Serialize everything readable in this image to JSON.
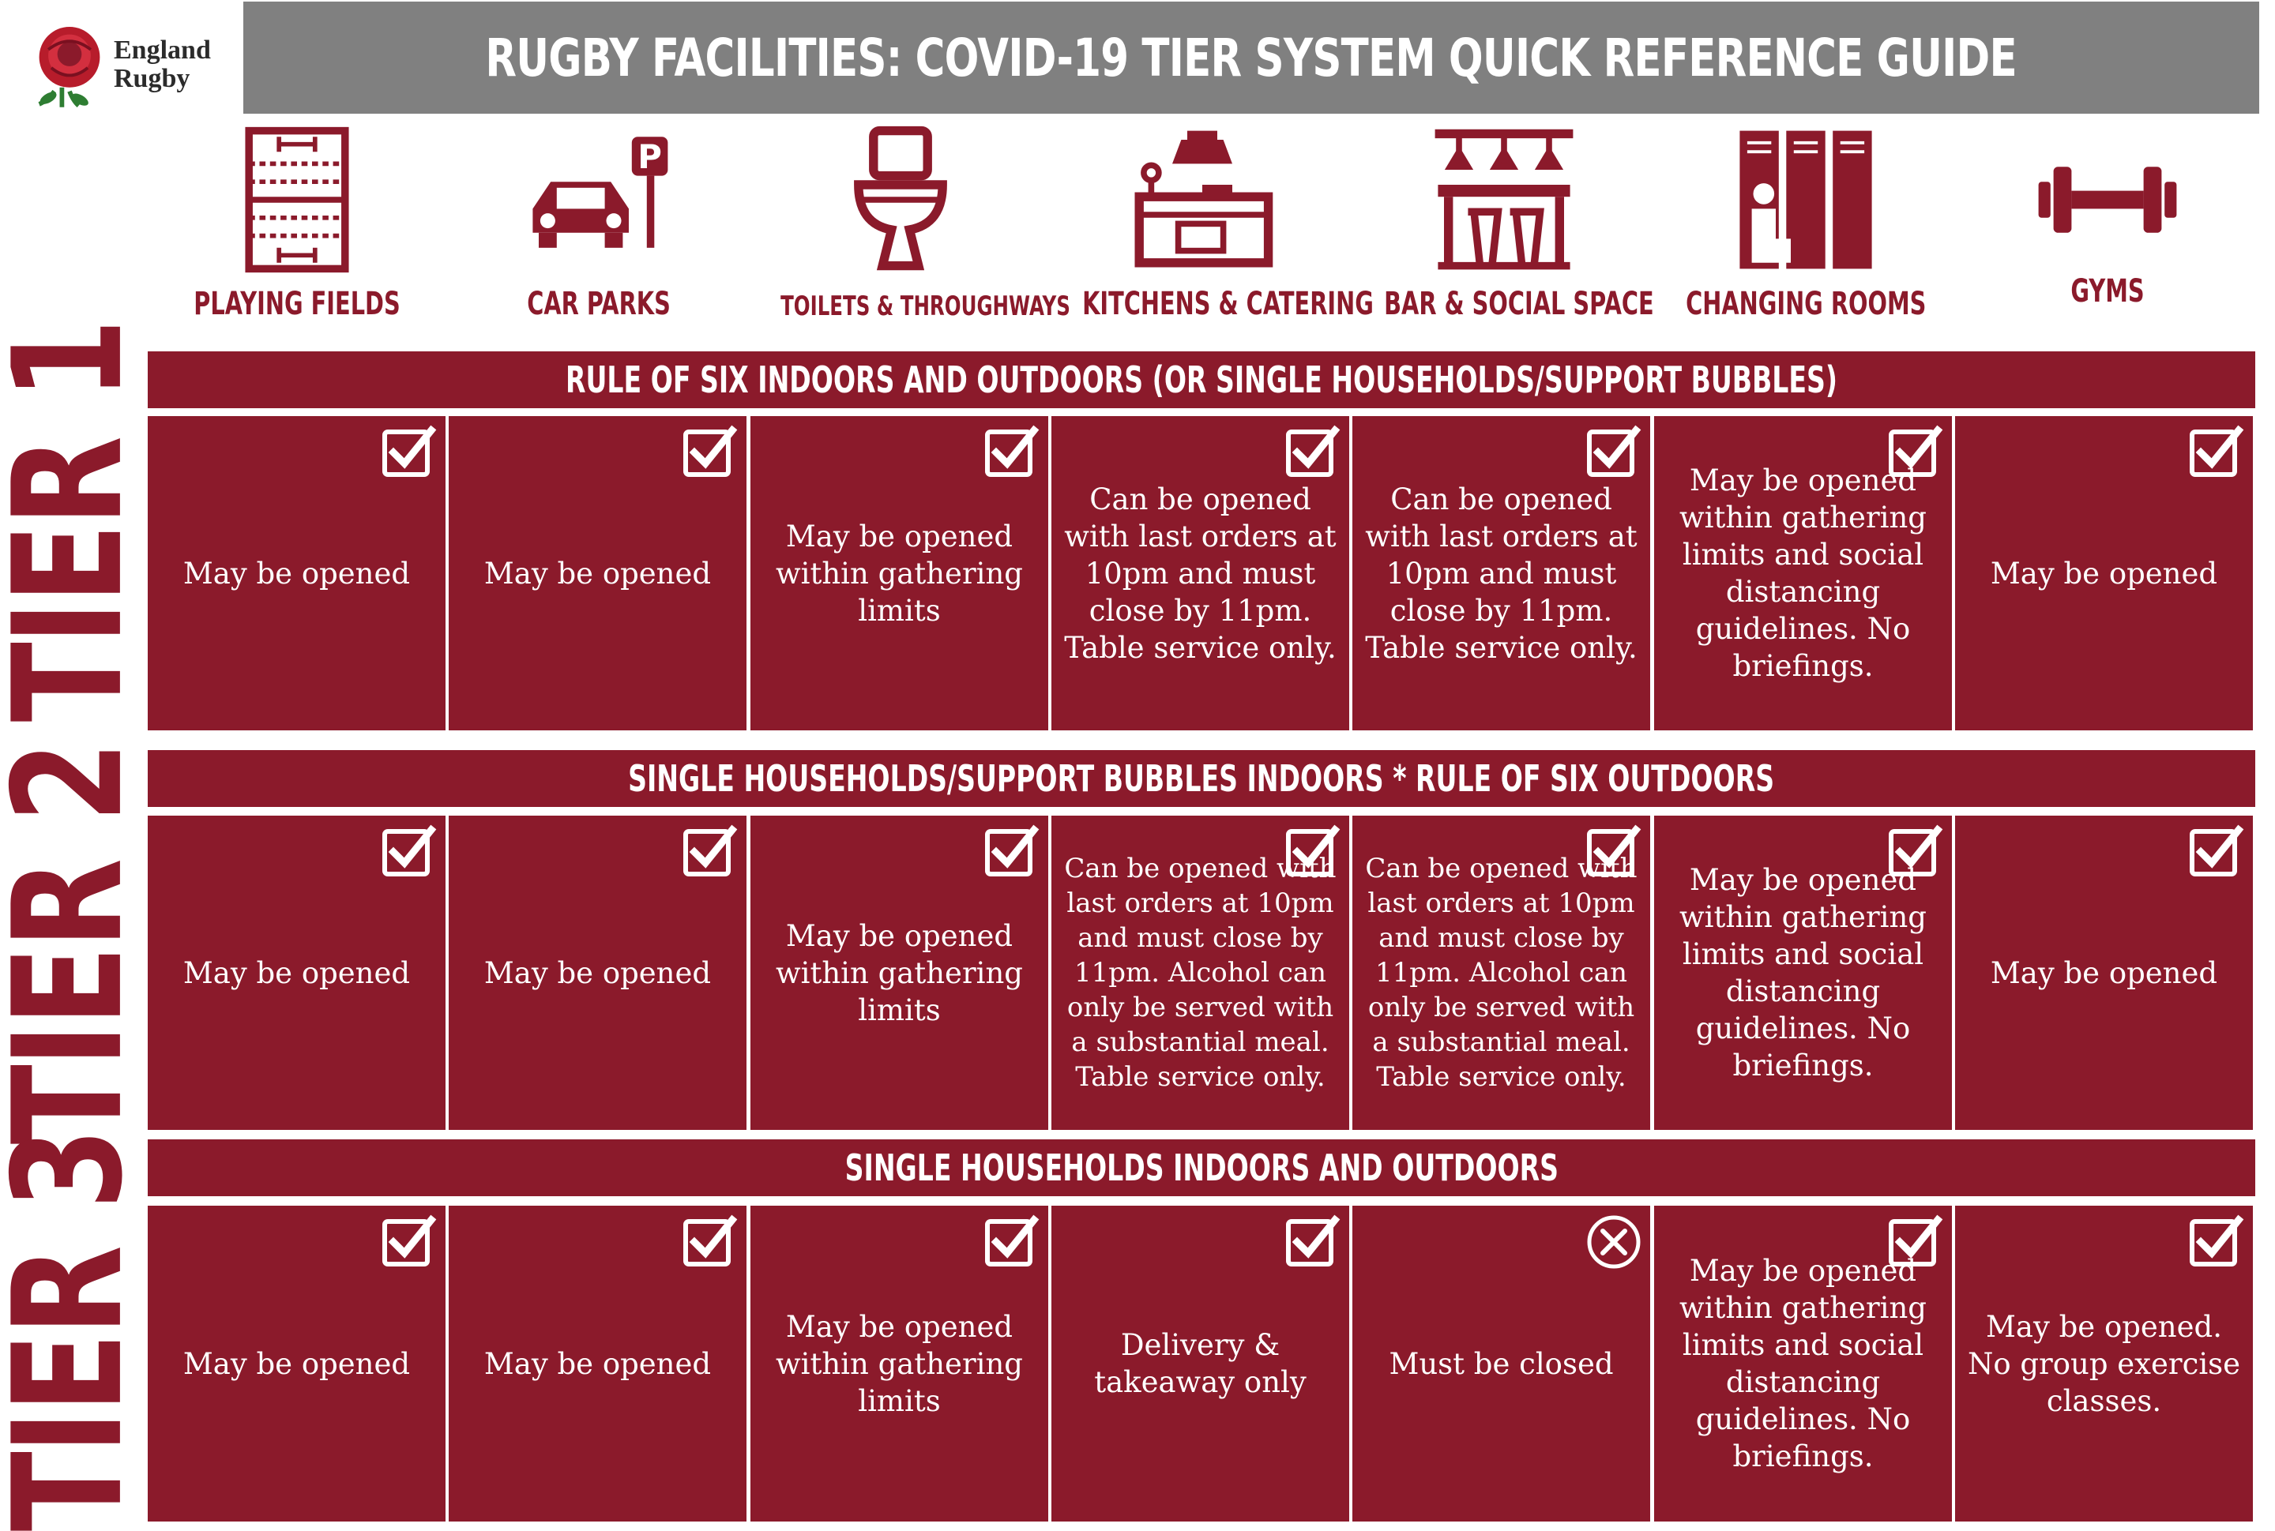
{
  "logo": {
    "line1": "England",
    "line2": "Rugby"
  },
  "header": {
    "title": "RUGBY FACILITIES: COVID-19 TIER SYSTEM QUICK REFERENCE GUIDE"
  },
  "colors": {
    "brand": "#8b1a2b",
    "header_bg": "#808080",
    "text_on_brand": "#ffffff"
  },
  "facilities": [
    {
      "label": "PLAYING FIELDS",
      "icon": "playing-field-icon"
    },
    {
      "label": "CAR PARKS",
      "icon": "car-park-icon"
    },
    {
      "label": "TOILETS & THROUGHWAYS",
      "icon": "toilet-icon"
    },
    {
      "label": "KITCHENS & CATERING",
      "icon": "kitchen-icon"
    },
    {
      "label": "BAR & SOCIAL SPACE",
      "icon": "bar-icon"
    },
    {
      "label": "CHANGING ROOMS",
      "icon": "locker-icon"
    },
    {
      "label": "GYMS",
      "icon": "dumbbell-icon"
    }
  ],
  "tiers": [
    {
      "label": "TIER 1",
      "banner": "RULE OF SIX INDOORS AND OUTDOORS (OR SINGLE HOUSEHOLDS/SUPPORT BUBBLES)",
      "cells": [
        {
          "text": "May be opened",
          "status": "check"
        },
        {
          "text": "May be opened",
          "status": "check"
        },
        {
          "text": "May be opened within gathering limits",
          "status": "check"
        },
        {
          "text": "Can be opened with last orders at 10pm and must close by 11pm. Table service only.",
          "status": "check"
        },
        {
          "text": "Can be opened with last orders at 10pm and must close by 11pm. Table service only.",
          "status": "check"
        },
        {
          "text": "May be opened within gathering limits and social distancing guidelines. No briefings.",
          "status": "check"
        },
        {
          "text": "May be opened",
          "status": "check"
        }
      ]
    },
    {
      "label": "TIER 2",
      "banner": "SINGLE HOUSEHOLDS/SUPPORT BUBBLES INDOORS * RULE OF SIX OUTDOORS",
      "cells": [
        {
          "text": "May be opened",
          "status": "check"
        },
        {
          "text": "May be opened",
          "status": "check"
        },
        {
          "text": "May be opened within gathering limits",
          "status": "check"
        },
        {
          "text": "Can be opened with last orders at 10pm and must close by 11pm. Alcohol can only be served with a substantial meal. Table service only.",
          "status": "check"
        },
        {
          "text": "Can be opened with last orders at 10pm and must close by 11pm. Alcohol can only be served with a substantial meal. Table service only.",
          "status": "check"
        },
        {
          "text": "May be opened within gathering limits and social distancing guidelines. No briefings.",
          "status": "check"
        },
        {
          "text": "May be opened",
          "status": "check"
        }
      ]
    },
    {
      "label": "TIER 3",
      "banner": "SINGLE HOUSEHOLDS INDOORS AND OUTDOORS",
      "cells": [
        {
          "text": "May be opened",
          "status": "check"
        },
        {
          "text": "May be opened",
          "status": "check"
        },
        {
          "text": "May be opened within gathering limits",
          "status": "check"
        },
        {
          "text": "Delivery & takeaway only",
          "status": "check"
        },
        {
          "text": "Must be closed",
          "status": "cross"
        },
        {
          "text": "May be opened within gathering limits and social distancing guidelines. No briefings.",
          "status": "check"
        },
        {
          "text": "May be opened. No group exercise classes.",
          "status": "check"
        }
      ]
    }
  ]
}
